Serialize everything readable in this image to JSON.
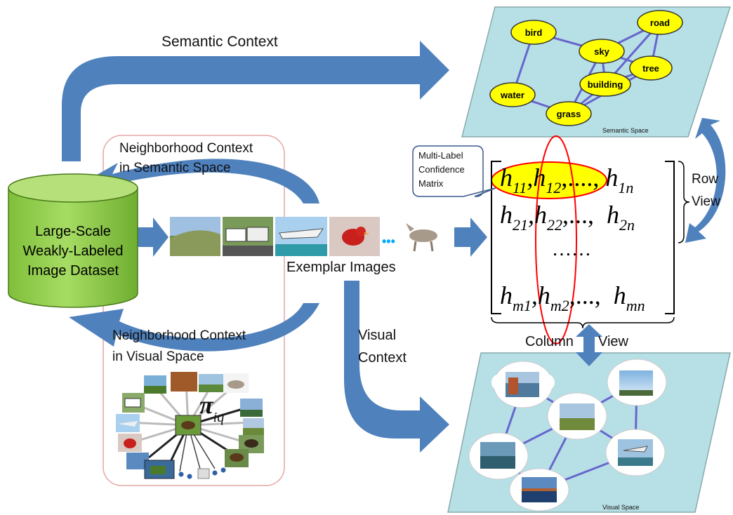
{
  "labels": {
    "semantic_context": "Semantic Context",
    "neighborhood_semantic_line1": "Neighborhood Context",
    "neighborhood_semantic_line2": "in Semantic Space",
    "dataset_line1": "Large-Scale",
    "dataset_line2": "Weakly-Labeled",
    "dataset_line3": "Image Dataset",
    "exemplar_images": "Exemplar Images",
    "neighborhood_visual_line1": "Neighborhood Context",
    "neighborhood_visual_line2": "in Visual Space",
    "visual_context_line1": "Visual",
    "visual_context_line2": "Context",
    "callout_line1": "Multi-Label",
    "callout_line2": "Confidence",
    "callout_line3": "Matrix",
    "row_view_line1": "Row",
    "row_view_line2": "View",
    "column_view_part1": "Column",
    "column_view_part2": "View",
    "ellipsis_dots": "•••",
    "pi_symbol": "π",
    "pi_subscript": "iq"
  },
  "semantic_space": {
    "caption": "Semantic  Space",
    "nodes": [
      "bird",
      "sky",
      "road",
      "tree",
      "building",
      "water",
      "grass"
    ]
  },
  "visual_space": {
    "caption": "Visual Space"
  },
  "matrix": {
    "row1": {
      "h1": "h",
      "s1": "11",
      "h2": "h",
      "s2": "12",
      "dots": ",....,",
      "h3": "h",
      "s3": "1n"
    },
    "row2": {
      "h1": "h",
      "s1": "21",
      "h2": "h",
      "s2": "22",
      "dots": ",...,",
      "h3": "h",
      "s3": "2n"
    },
    "row3": {
      "dots": "……"
    },
    "row4": {
      "h1": "h",
      "s1": "m1",
      "h2": "h",
      "s2": "m2",
      "dots": ",...,",
      "h3": "h",
      "s3": "mn"
    }
  },
  "colors": {
    "arrow_blue": "#4f81bd",
    "space_fill": "#b7dfe6",
    "node_fill": "#ffff00",
    "edge": "#6666cc",
    "dataset_green": "#92d050",
    "highlight_red": "#ff0000",
    "panel_border": "#e6a5a5"
  }
}
